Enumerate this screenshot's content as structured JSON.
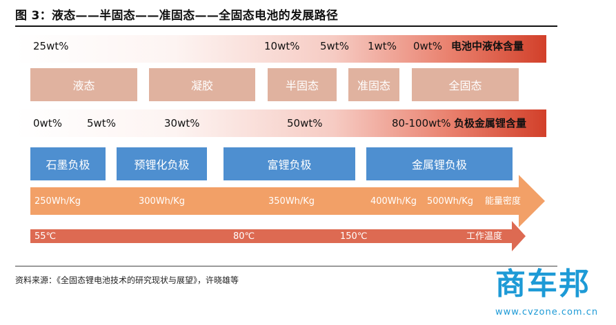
{
  "title": "图 3：液态——半固态——准固态——全固态电池的发展路径",
  "liquid_band": {
    "labels": [
      "25wt%",
      "10wt%",
      "5wt%",
      "1wt%",
      "0wt%"
    ],
    "caption": "电池中液体含量"
  },
  "stages": [
    "液态",
    "凝胶",
    "半固态",
    "准固态",
    "全固态"
  ],
  "lithium_band": {
    "labels": [
      "0wt%",
      "5wt%",
      "30wt%",
      "50wt%",
      "80-100wt%"
    ],
    "caption": "负极金属锂含量"
  },
  "anodes": [
    "石墨负极",
    "预锂化负极",
    "富锂负极",
    "金属锂负极"
  ],
  "energy_arrow": {
    "labels": [
      "250Wh/Kg",
      "300Wh/Kg",
      "350Wh/Kg",
      "400Wh/Kg",
      "500Wh/Kg"
    ],
    "caption": "能量密度",
    "color": "#f2a067"
  },
  "temp_arrow": {
    "labels": [
      "55℃",
      "80℃",
      "150℃"
    ],
    "caption": "工作温度",
    "color": "#dd6a52"
  },
  "source": "资料来源：《全固态锂电池技术的研究现状与展望》，许晓雄等",
  "watermark": {
    "logo": "商车邦",
    "url": "www.cvzone.com.cn"
  }
}
